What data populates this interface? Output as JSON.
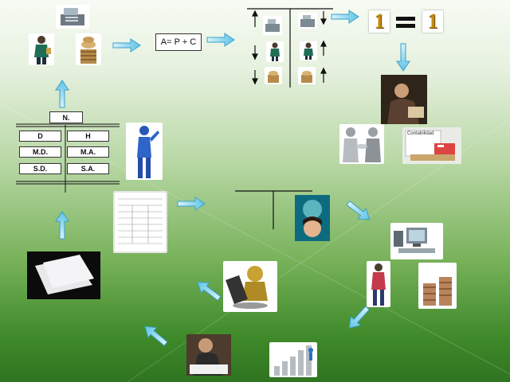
{
  "equation": "A= P + C",
  "balance_badge": {
    "left": "1",
    "right": "1"
  },
  "account_box": {
    "header": "N.",
    "rows": [
      {
        "debit": "D",
        "credit": "H"
      },
      {
        "debit": "M.D.",
        "credit": "M.A."
      },
      {
        "debit": "S.D.",
        "credit": "S.A."
      }
    ]
  },
  "doc_label": "Contabilidad",
  "icons": {
    "arrow": "arrow-icon",
    "person": "person-icon",
    "coins": "coin-stack-icon",
    "handshake": "handshake-icon",
    "computer": "computer-icon",
    "chart": "growth-chart-icon"
  }
}
